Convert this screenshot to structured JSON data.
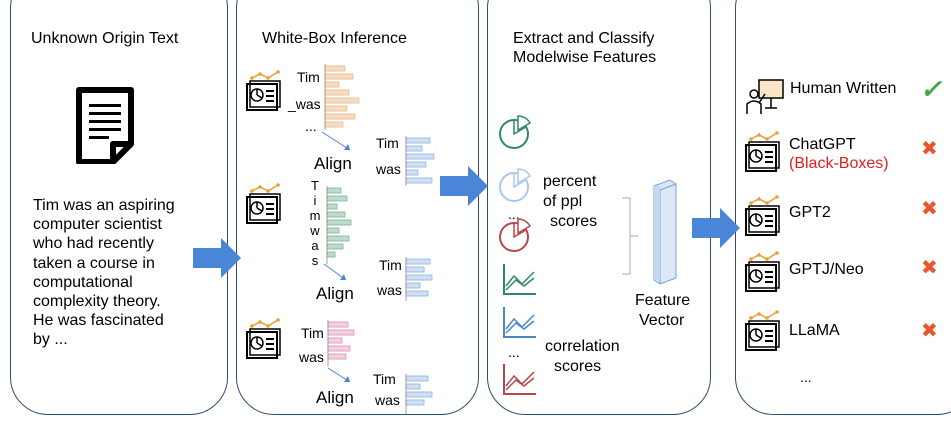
{
  "panel1": {
    "title": "Unknown Origin Text",
    "body_lines": [
      "Tim was an aspiring",
      "computer scientist",
      "who had recently",
      "taken a course in",
      "computational",
      "complexity theory.",
      "He was fascinated",
      "by ..."
    ]
  },
  "panel2": {
    "title": "White-Box Inference",
    "group1": {
      "tok1": "Tim",
      "tok2": "_was",
      "ellipsis": "...",
      "align": "Align",
      "out1": "Tim",
      "out2": "was"
    },
    "group2": {
      "chars": [
        "T",
        "i",
        "m",
        "w",
        "a",
        "s"
      ],
      "align": "Align",
      "out1": "Tim",
      "out2": "was"
    },
    "group3": {
      "tok1": "Tim",
      "tok2": "was",
      "align": "Align",
      "out1": "Tim",
      "out2": "was"
    }
  },
  "panel3": {
    "title_line1": "Extract and Classify",
    "title_line2": "Modelwise Features",
    "pct_line1": "percent",
    "pct_line2": "of ppl",
    "pct_line3": "scores",
    "ellipsis1": "...",
    "ellipsis2": "...",
    "corr_line1": "correlation",
    "corr_line2": "scores",
    "fv_line1": "Feature",
    "fv_line2": "Vector"
  },
  "panel4": {
    "items": [
      {
        "label": "Human Written",
        "sub": "",
        "mark": "✓"
      },
      {
        "label": "ChatGPT",
        "sub": "(Black-Boxes)",
        "mark": "✖"
      },
      {
        "label": "GPT2",
        "sub": "",
        "mark": "✖"
      },
      {
        "label": "GPTJ/Neo",
        "sub": "",
        "mark": "✖"
      },
      {
        "label": "LLaMA",
        "sub": "",
        "mark": "✖"
      }
    ],
    "ellipsis": "..."
  },
  "colors": {
    "border": "#2f4f6f",
    "arrow": "#4a86d8",
    "orange_bar": "#f8dcc0",
    "green_bar": "#bcdccc",
    "pink_bar": "#f4cfe0",
    "blue_bar": "#cfe0f4",
    "check": "#3ea84a",
    "cross": "#e8552e",
    "blackbox": "#e02020"
  }
}
